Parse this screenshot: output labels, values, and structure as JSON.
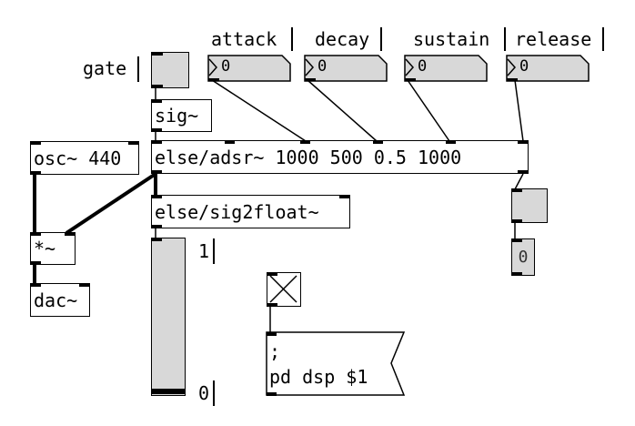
{
  "labels": {
    "gate": "gate",
    "attack": "attack",
    "decay": "decay",
    "sustain": "sustain",
    "release": "release",
    "slider_top": "1",
    "slider_bottom": "0"
  },
  "objects": {
    "sig": "sig~",
    "osc": "osc~ 440",
    "adsr": "else/adsr~ 1000 500 0.5 1000",
    "sig2float": "else/sig2float~",
    "mult": "*~",
    "dac": "dac~"
  },
  "number_boxes": {
    "attack": "0",
    "decay": "0",
    "sustain": "0",
    "release": "0",
    "output": "0"
  },
  "message": {
    "line1": ";",
    "line2": "pd dsp $1"
  },
  "slider": {
    "value_fraction": 0.0
  },
  "toggle": {
    "checked": true
  },
  "colors": {
    "object_bg": "#ffffff",
    "gui_bg": "#d8d8d8",
    "line": "#000000"
  }
}
